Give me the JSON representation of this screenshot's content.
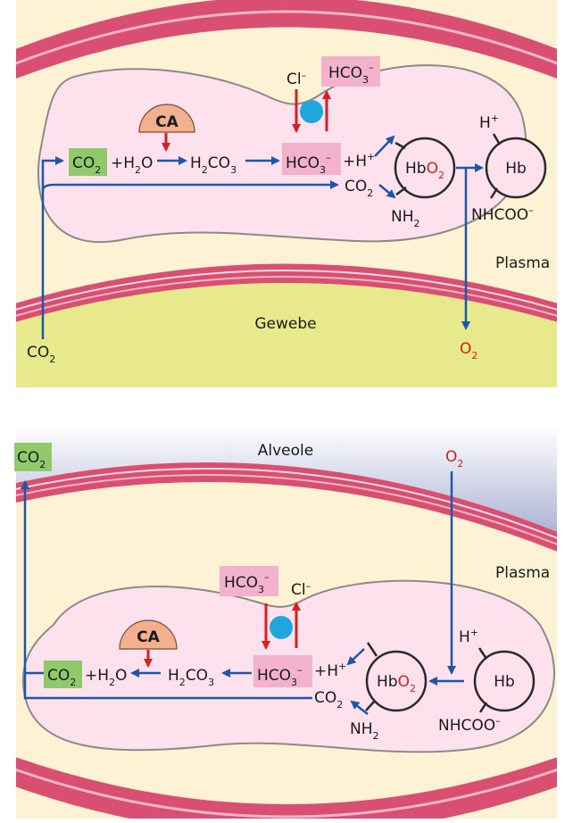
{
  "colors": {
    "panel_bg": "#fdf3d4",
    "vessel_wall": "#d94f72",
    "vessel_wall_light": "#f2b7c6",
    "tissue": "#e8e98c",
    "alveole_top": "#ffffff",
    "alveole_bottom": "#a9afd2",
    "cell_fill": "#fde1ec",
    "cell_stroke": "#8a8a8a",
    "highlight_green": "#8fc96a",
    "highlight_pink": "#f2b2cc",
    "ca_fill": "#f3b08e",
    "arrow_blue": "#1f56a6",
    "arrow_red": "#d42020",
    "channel_blue": "#1fa7dd",
    "o2_red": "#d42020"
  },
  "top_panel": {
    "tissue_label": "Gewebe",
    "plasma_label": "Plasma",
    "co2_tissue": {
      "main": "CO",
      "sub": "2"
    },
    "o2_release": {
      "main": "O",
      "sub": "2"
    },
    "enzyme": "CA",
    "chloride": {
      "main": "Cl",
      "sup": "–"
    },
    "bicarbonate_out": {
      "main": "HCO",
      "sub": "3",
      "sup": "–"
    },
    "reaction": {
      "co2": {
        "main": "CO",
        "sub": "2"
      },
      "plus_h2o": {
        "plus": "+H",
        "sub": "2",
        "tail": "O"
      },
      "h2co3": {
        "a": "H",
        "sub1": "2",
        "b": "CO",
        "sub2": "3"
      },
      "hco3": {
        "main": "HCO",
        "sub": "3",
        "sup": "–"
      },
      "plus_h": {
        "main": "+H",
        "sup": "+"
      },
      "co2_carb": {
        "main": "CO",
        "sub": "2"
      },
      "nh2": {
        "main": "NH",
        "sub": "2"
      }
    },
    "hb_oxy": {
      "hb": "Hb",
      "o": "O",
      "sub": "2"
    },
    "hb": "Hb",
    "h_plus": {
      "main": "H",
      "sup": "+"
    },
    "carbamino": {
      "main": "NHCOO",
      "sup": "–"
    }
  },
  "bottom_panel": {
    "alveole_label": "Alveole",
    "plasma_label": "Plasma",
    "co2_exhaled": {
      "main": "CO",
      "sub": "2"
    },
    "o2_inhaled": {
      "main": "O",
      "sub": "2"
    },
    "enzyme": "CA",
    "chloride": {
      "main": "Cl",
      "sup": "–"
    },
    "bicarbonate_in": {
      "main": "HCO",
      "sub": "3",
      "sup": "–"
    },
    "reaction": {
      "co2": {
        "main": "CO",
        "sub": "2"
      },
      "plus_h2o": {
        "plus": "+H",
        "sub": "2",
        "tail": "O"
      },
      "h2co3": {
        "a": "H",
        "sub1": "2",
        "b": "CO",
        "sub2": "3"
      },
      "hco3": {
        "main": "HCO",
        "sub": "3",
        "sup": "–"
      },
      "plus_h": {
        "main": "+H",
        "sup": "+"
      },
      "co2_carb": {
        "main": "CO",
        "sub": "2"
      },
      "nh2": {
        "main": "NH",
        "sub": "2"
      }
    },
    "hb_oxy": {
      "hb": "Hb",
      "o": "O",
      "sub": "2"
    },
    "hb": "Hb",
    "h_plus": {
      "main": "H",
      "sup": "+"
    },
    "carbamino": {
      "main": "NHCOO",
      "sup": "–"
    }
  }
}
